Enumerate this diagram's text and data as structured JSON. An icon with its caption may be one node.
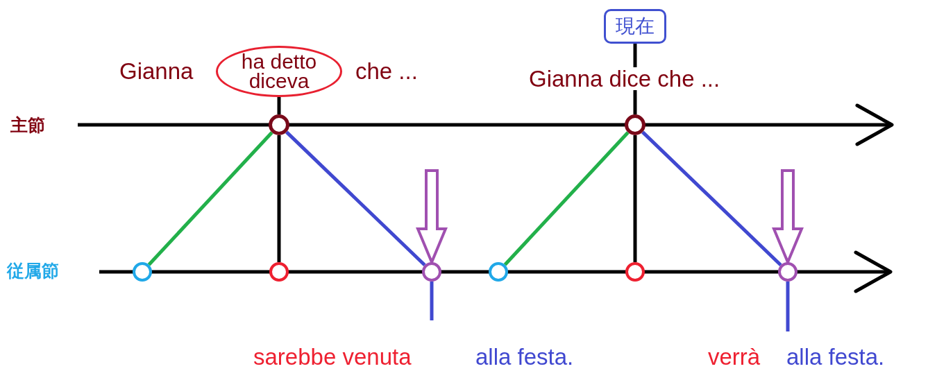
{
  "diagram": {
    "nodes": [
      {
        "text": [
          "ha detto diceva"
        ]
      },
      {
        "text": [
          "現在"
        ]
      },
      {
        "text": [],
        "shape": "circle"
      },
      {
        "text": [],
        "shape": "circle"
      },
      {
        "text": [],
        "shape": "circle"
      },
      {
        "text": [],
        "shape": "circle"
      },
      {
        "text": [],
        "shape": "circle"
      },
      {
        "text": [],
        "shape": "circle"
      },
      {
        "text": [],
        "shape": "circle"
      },
      {
        "text": [],
        "shape": "circle"
      }
    ],
    "edges": [
      {
        "from": 0,
        "to": 2,
        "arrow": "none"
      },
      {
        "from": 1,
        "to": 3,
        "arrow": "none"
      },
      {
        "from": 2,
        "to": 5,
        "arrow": "none"
      },
      {
        "from": 3,
        "to": 8,
        "arrow": "none"
      },
      {
        "from": 4,
        "to": 2,
        "arrow": "none",
        "color": "#22b04a"
      },
      {
        "from": 2,
        "to": 6,
        "arrow": "none",
        "color": "#4048d0"
      },
      {
        "from": 7,
        "to": 3,
        "arrow": "none",
        "color": "#22b04a"
      },
      {
        "from": 3,
        "to": 9,
        "arrow": "none",
        "color": "#4048d0"
      },
      {
        "from": null,
        "to": 6,
        "arrow": "to",
        "style": "thick",
        "color": "#a050b0"
      },
      {
        "from": null,
        "to": 9,
        "arrow": "to",
        "style": "thick",
        "color": "#a050b0"
      },
      {
        "from": 6,
        "to": null,
        "arrow": "none",
        "color": "#4048d0"
      },
      {
        "from": 9,
        "to": null,
        "arrow": "none",
        "color": "#4048d0"
      }
    ],
    "labels": [
      "主節",
      "従属節",
      "Gianna",
      "che ...",
      "Gianna dice che ...",
      "sarebbe venuta",
      "alla festa.",
      "verrà",
      "alla festa."
    ]
  }
}
